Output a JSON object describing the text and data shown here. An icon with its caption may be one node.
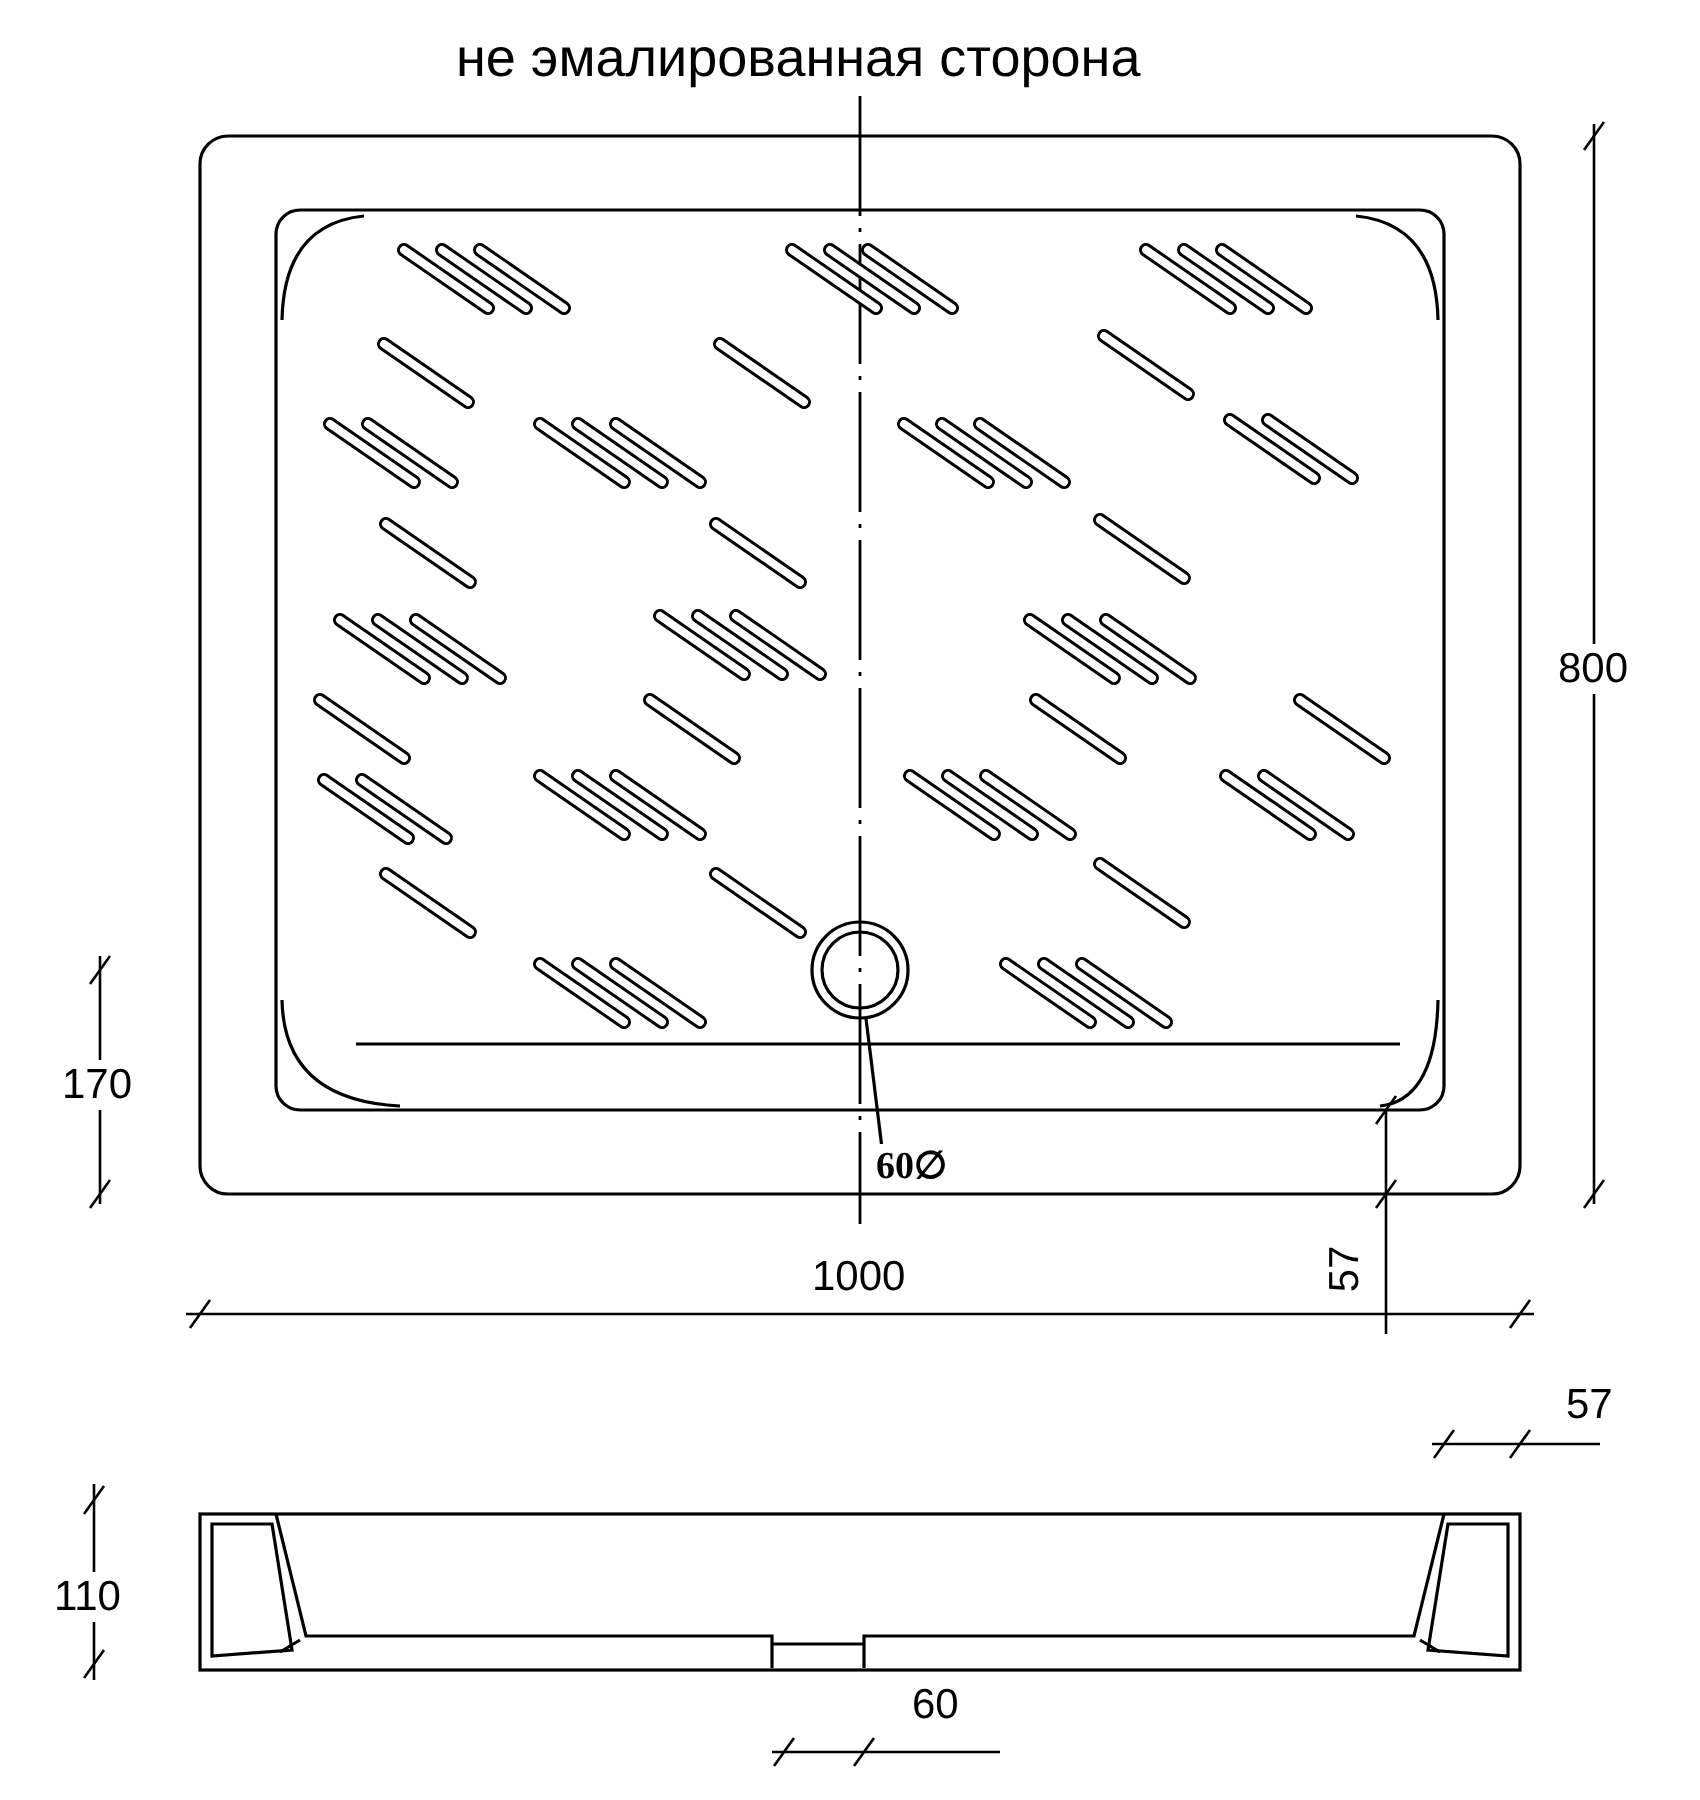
{
  "diagram": {
    "title": "не эмалированная сторона",
    "nodes": [
      {
        "text": [
          "60∅"
        ]
      },
      {
        "text": [],
        "shape": "circle"
      }
    ],
    "edges": [
      {
        "from": 0,
        "to": 1,
        "arrow": "none"
      }
    ],
    "labels": [
      "800",
      "170",
      "1000",
      "57",
      "57",
      "110",
      "60"
    ]
  }
}
